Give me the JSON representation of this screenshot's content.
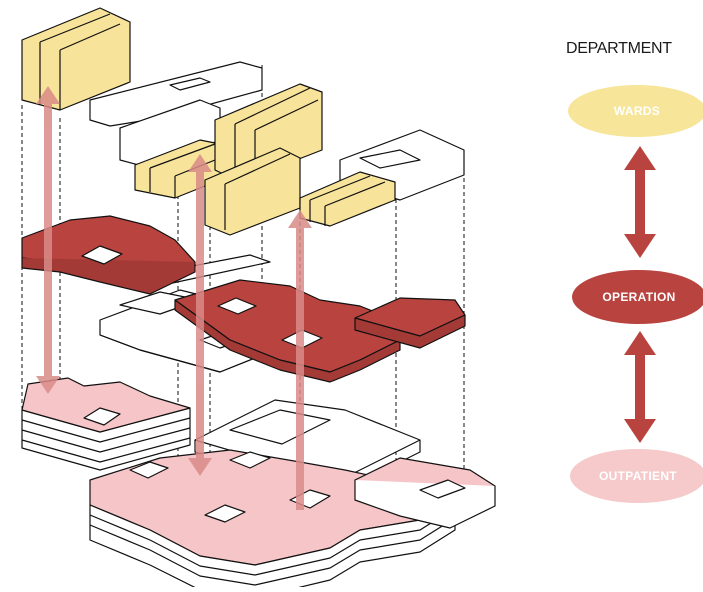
{
  "legend": {
    "title": "DEPARTMENT",
    "departments": [
      {
        "key": "wards",
        "label": "WARDS",
        "fill": "#f7e59a",
        "text_color": "#ffffff"
      },
      {
        "key": "operation",
        "label": "OPERATION",
        "fill": "#b8433f",
        "text_color": "#ffffff"
      },
      {
        "key": "outpatient",
        "label": "OUTPATIENT",
        "fill": "#f6c9ca",
        "text_color": "#ffffff"
      }
    ],
    "arrow_color": "#b8433f"
  },
  "colors": {
    "wards": "#f7e39a",
    "operation": "#b8433f",
    "outpatient": "#f6c5c7",
    "outline": "#111111",
    "flow_arrow": "#d98b88"
  }
}
